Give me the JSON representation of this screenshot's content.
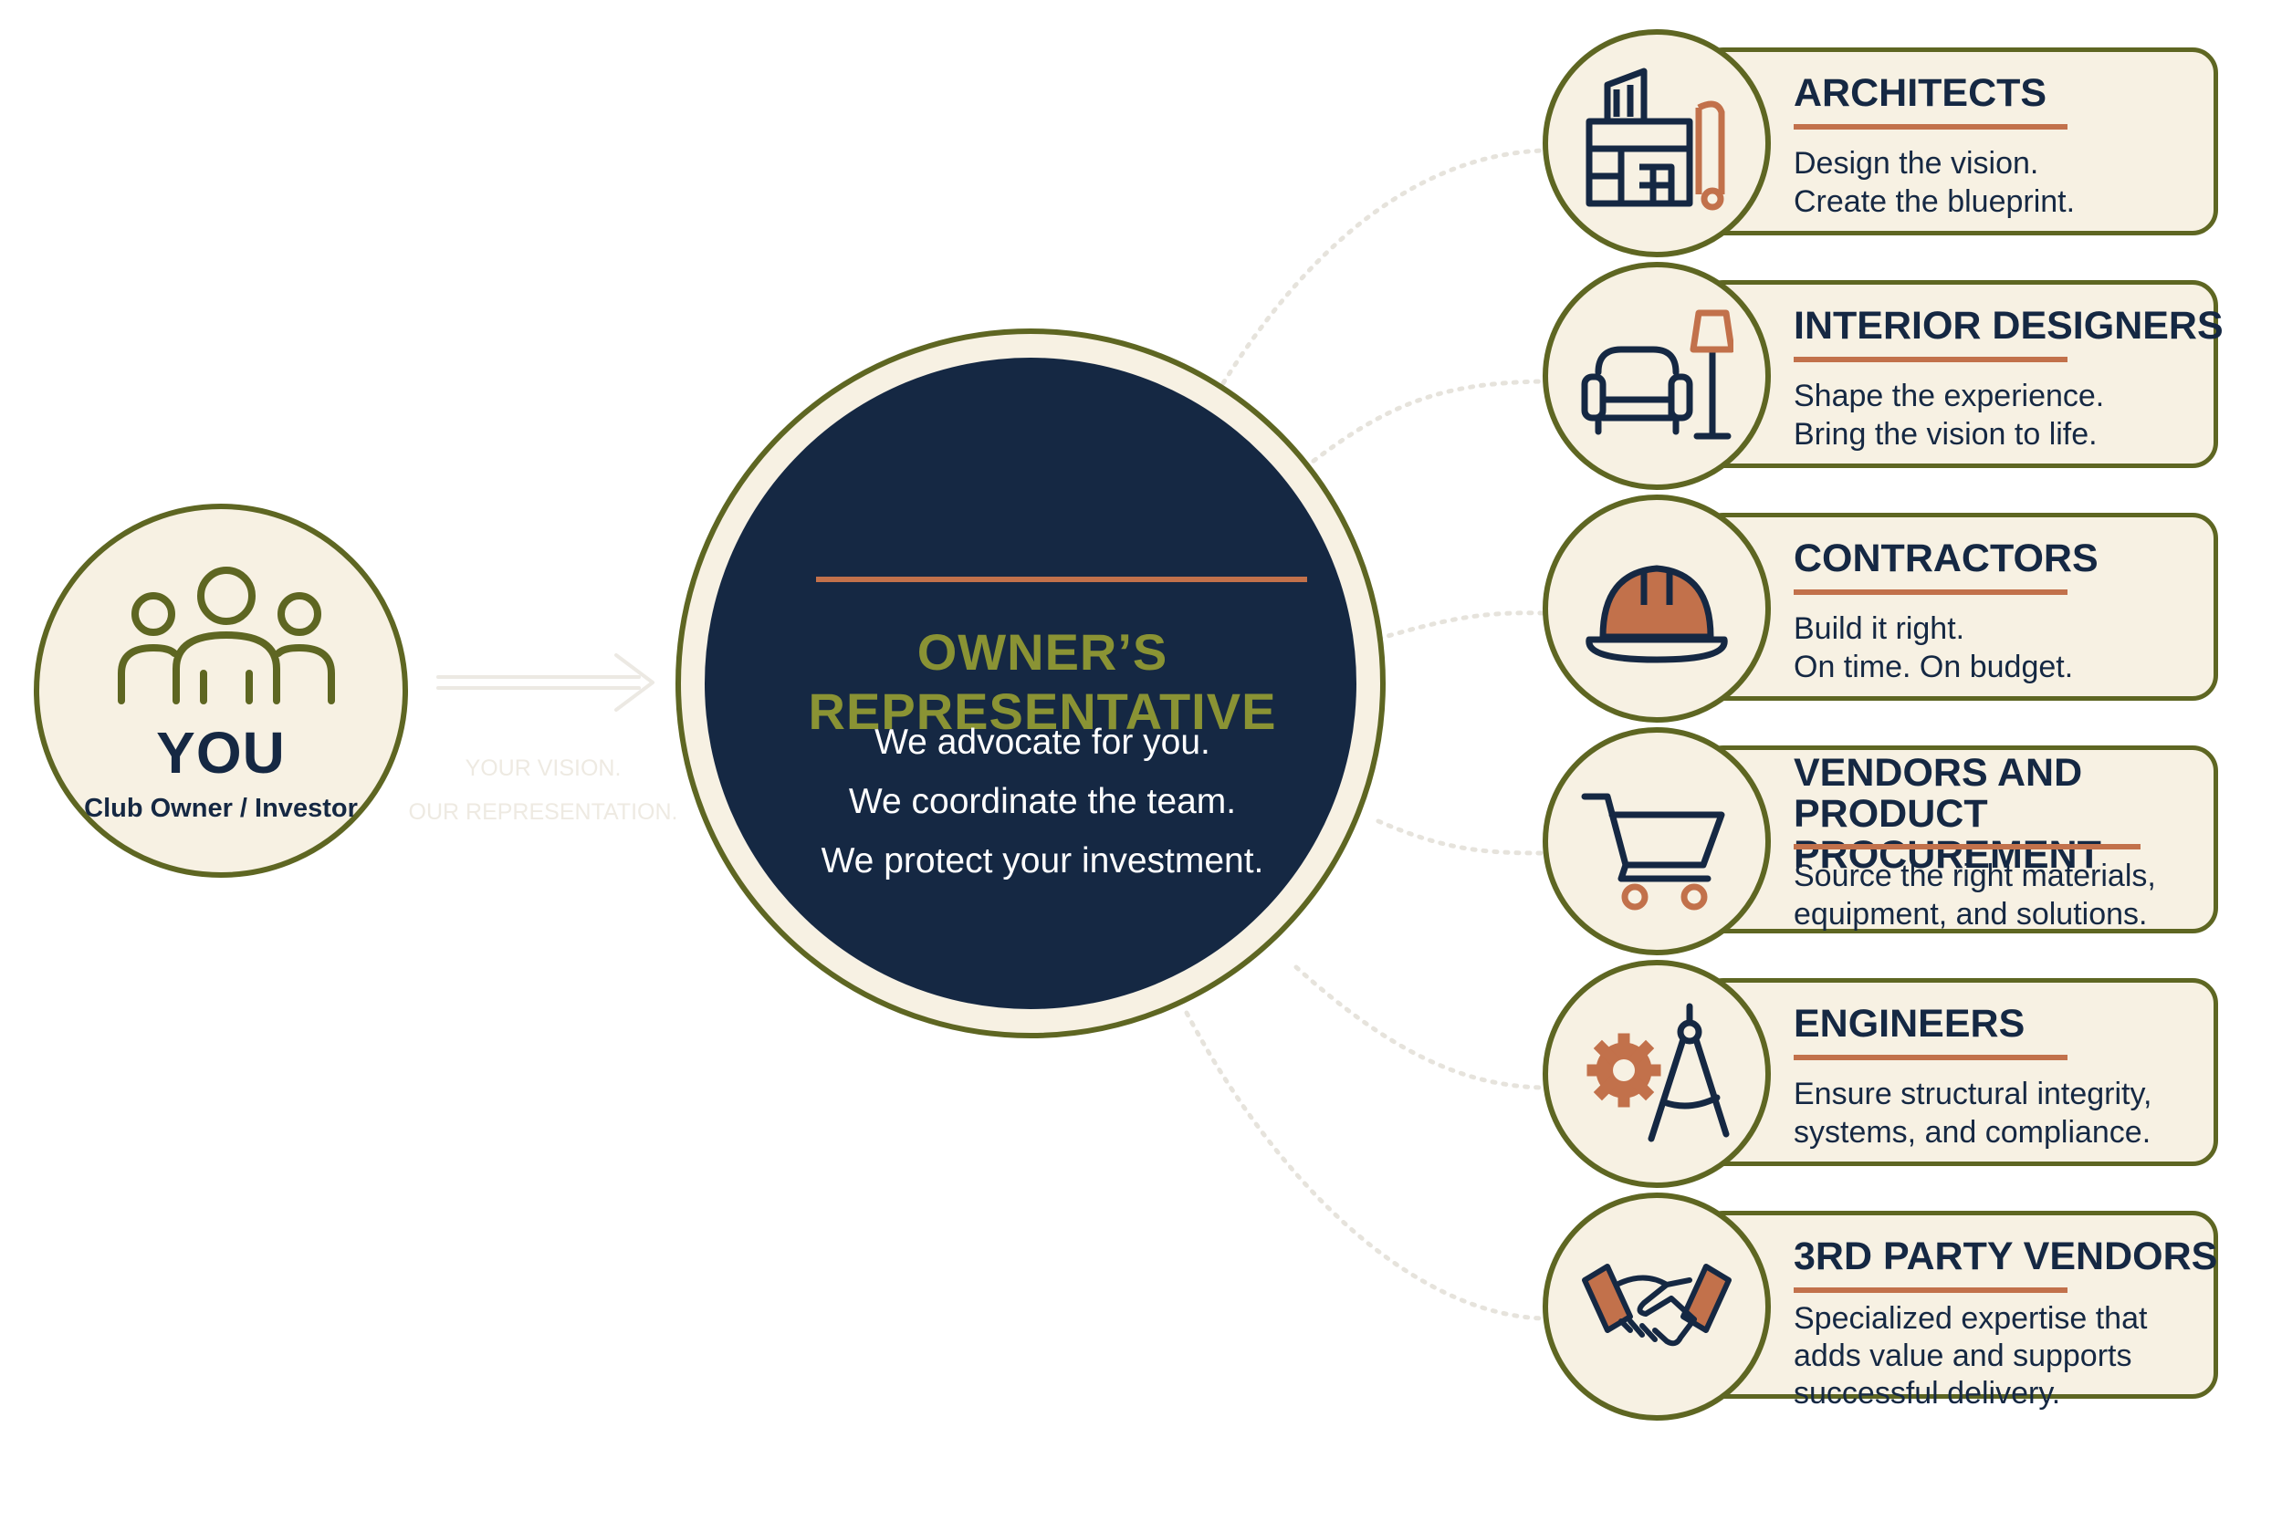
{
  "you": {
    "title": "YOU",
    "subtitle": "Club Owner / Investor",
    "icon": "people-group-icon"
  },
  "arrow_caption": {
    "line1": "YOUR VISION.",
    "line2": "OUR REPRESENTATION."
  },
  "center": {
    "title": "OWNER’S REPRESENTATIVE",
    "lines": [
      "We advocate for you.",
      "We coordinate the team.",
      "We protect your investment."
    ]
  },
  "roles": [
    {
      "title": "ARCHITECTS",
      "desc_lines": [
        "Design the vision.",
        "Create the blueprint."
      ],
      "icon": "building-blueprint-icon"
    },
    {
      "title": "INTERIOR DESIGNERS",
      "desc_lines": [
        "Shape the experience.",
        "Bring the vision to life."
      ],
      "icon": "armchair-lamp-icon"
    },
    {
      "title": "CONTRACTORS",
      "desc_lines": [
        "Build it right.",
        "On time. On budget."
      ],
      "icon": "hard-hat-icon"
    },
    {
      "title_lines": [
        "VENDORS AND",
        "PRODUCT PROCUREMENT"
      ],
      "desc_lines": [
        "Source the right materials,",
        "equipment, and solutions."
      ],
      "icon": "shopping-cart-icon"
    },
    {
      "title": "ENGINEERS",
      "desc_lines": [
        "Ensure structural integrity,",
        "systems, and compliance."
      ],
      "icon": "gear-compass-icon"
    },
    {
      "title": "3RD PARTY VENDORS",
      "desc_lines": [
        "Specialized expertise that",
        "adds value and supports",
        "successful delivery."
      ],
      "icon": "handshake-icon"
    }
  ],
  "colors": {
    "navy": "#152843",
    "olive": "#5e6622",
    "olive_text": "#8a9334",
    "terracotta": "#c2714b",
    "cream": "#f7f1e3"
  }
}
